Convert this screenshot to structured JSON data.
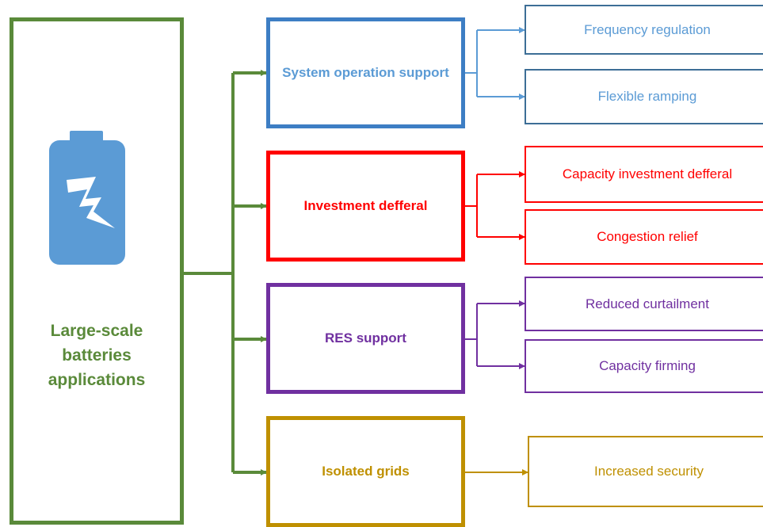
{
  "root": {
    "label": "Large-scale\nbatteries\napplications",
    "icon": "battery-lightning-icon",
    "color": "#5a8a3a"
  },
  "categories": [
    {
      "label": "System operation support",
      "color": "#3d7ec4",
      "leaves": [
        "Frequency regulation",
        "Flexible ramping"
      ],
      "leaf_color": "#5b9bd5"
    },
    {
      "label": "Investment defferal",
      "color": "#ff0000",
      "leaves": [
        "Capacity investment defferal",
        "Congestion relief"
      ],
      "leaf_color": "#ff0000"
    },
    {
      "label": "RES support",
      "color": "#7030a0",
      "leaves": [
        "Reduced curtailment",
        "Capacity firming"
      ],
      "leaf_color": "#7030a0"
    },
    {
      "label": "Isolated grids",
      "color": "#bf9000",
      "leaves": [
        "Increased security"
      ],
      "leaf_color": "#bf9000"
    }
  ]
}
